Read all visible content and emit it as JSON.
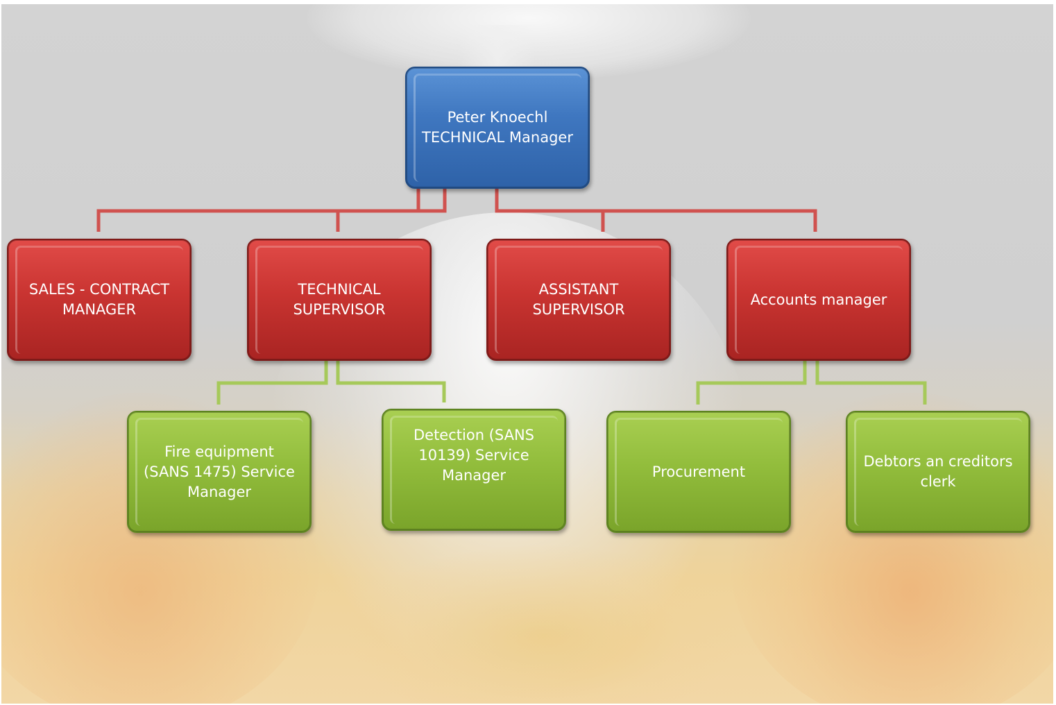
{
  "org_chart": {
    "root": {
      "name": "Peter Knoechl",
      "title": "TECHNICAL Manager"
    },
    "level2": [
      {
        "id": "sales",
        "label_lines": [
          "SALES - CONTRACT",
          "MANAGER"
        ]
      },
      {
        "id": "tech",
        "label_lines": [
          "TECHNICAL",
          "SUPERVISOR"
        ]
      },
      {
        "id": "asst",
        "label_lines": [
          "ASSISTANT",
          "SUPERVISOR"
        ]
      },
      {
        "id": "acct",
        "label_lines": [
          "Accounts manager"
        ]
      }
    ],
    "level3": [
      {
        "id": "fire",
        "parent": "tech",
        "label_lines": [
          "Fire equipment",
          "(SANS 1475) Service",
          "Manager"
        ]
      },
      {
        "id": "det",
        "parent": "tech",
        "label_lines": [
          "Detection (SANS",
          "10139) Service",
          "Manager"
        ]
      },
      {
        "id": "proc",
        "parent": "acct",
        "label_lines": [
          "Procurement"
        ]
      },
      {
        "id": "debt",
        "parent": "acct",
        "label_lines": [
          "Debtors an creditors",
          "clerk"
        ]
      }
    ]
  },
  "colors": {
    "root_box": "#3f77c0",
    "level2_box": "#c93431",
    "level3_box": "#92bd3c",
    "level2_connector": "#d0524f",
    "level3_connector": "#a6c95a",
    "text": "#ffffff"
  }
}
